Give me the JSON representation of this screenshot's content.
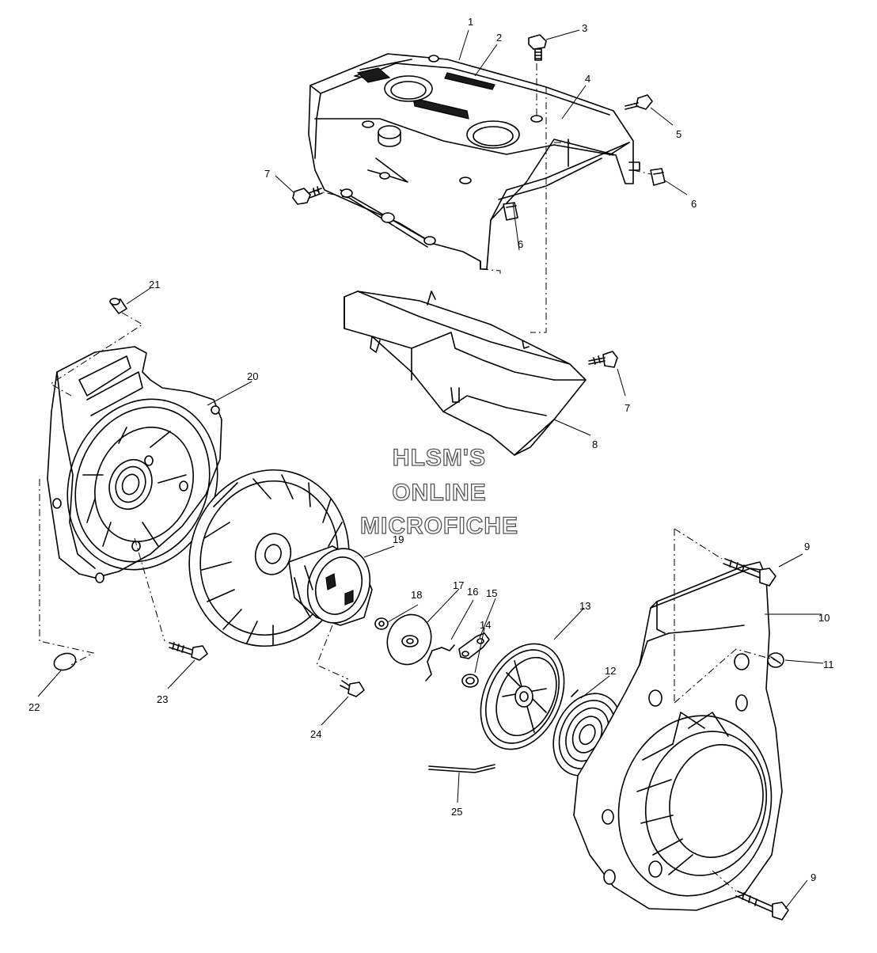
{
  "watermark": {
    "line1": "HLSM'S",
    "line2": "ONLINE",
    "line3": "MICROFICHE"
  },
  "callouts": [
    {
      "id": "c1",
      "label": "1"
    },
    {
      "id": "c2",
      "label": "2"
    },
    {
      "id": "c3",
      "label": "3"
    },
    {
      "id": "c4",
      "label": "4"
    },
    {
      "id": "c5",
      "label": "5"
    },
    {
      "id": "c6a",
      "label": "6"
    },
    {
      "id": "c6b",
      "label": "6"
    },
    {
      "id": "c7a",
      "label": "7"
    },
    {
      "id": "c7b",
      "label": "7"
    },
    {
      "id": "c8",
      "label": "8"
    },
    {
      "id": "c9a",
      "label": "9"
    },
    {
      "id": "c9b",
      "label": "9"
    },
    {
      "id": "c10",
      "label": "10"
    },
    {
      "id": "c11",
      "label": "11"
    },
    {
      "id": "c12",
      "label": "12"
    },
    {
      "id": "c13",
      "label": "13"
    },
    {
      "id": "c14",
      "label": "14"
    },
    {
      "id": "c15",
      "label": "15"
    },
    {
      "id": "c16",
      "label": "16"
    },
    {
      "id": "c17",
      "label": "17"
    },
    {
      "id": "c18",
      "label": "18"
    },
    {
      "id": "c19",
      "label": "19"
    },
    {
      "id": "c20",
      "label": "20"
    },
    {
      "id": "c21",
      "label": "21"
    },
    {
      "id": "c22",
      "label": "22"
    },
    {
      "id": "c23",
      "label": "23"
    },
    {
      "id": "c24",
      "label": "24"
    },
    {
      "id": "c25",
      "label": "25"
    }
  ]
}
